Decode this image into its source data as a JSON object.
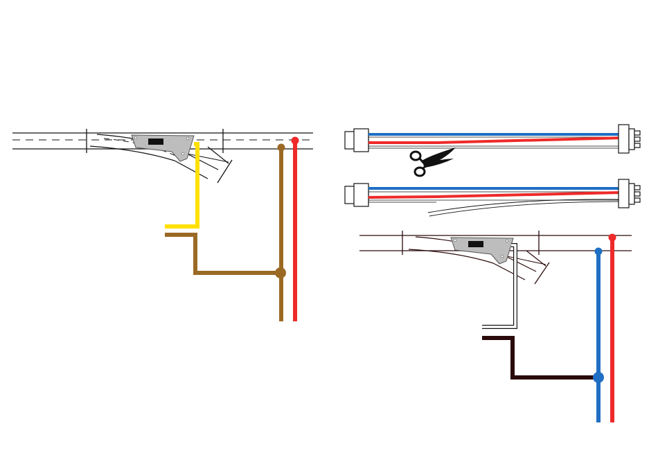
{
  "diagram": {
    "type": "wiring-diagram",
    "panels": [
      {
        "name": "left",
        "subject": "turnout-wiring-before"
      },
      {
        "name": "right-top",
        "subject": "connector-cable-cutting"
      },
      {
        "name": "right-bottom",
        "subject": "turnout-wiring-after"
      }
    ],
    "wire_colors": {
      "yellow": "#ffe000",
      "brown": "#9a6a24",
      "red": "#ee2a2a",
      "blue": "#1f6fc4",
      "dark": "#2a0a0a",
      "white": "#ffffff"
    },
    "icons": [
      "scissors-icon",
      "connector-plug-icon",
      "connector-socket-icon",
      "turnout-motor-icon"
    ]
  }
}
